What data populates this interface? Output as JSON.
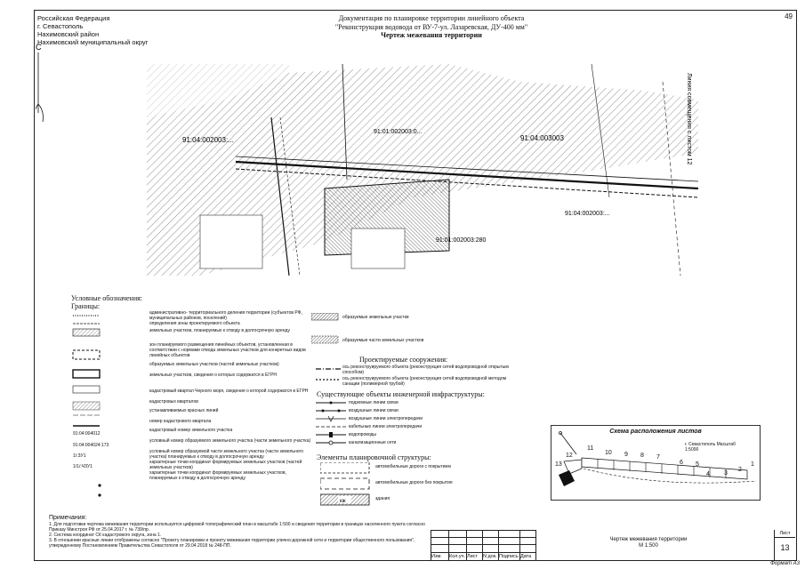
{
  "sheet_number": "49",
  "admin_lines": [
    "Российская Федерация",
    "г. Севастополь",
    "Нахимовский район",
    "Нахимовский муниципальный округ"
  ],
  "north_letter": "С",
  "header": {
    "line1": "Документация по планировке территории линейного объекта",
    "line2": "\"Реконструкция водовода от ВУ-7-ул. Лазаревская, ДУ-400 мм\"",
    "title": "Чертеж межевания территории"
  },
  "map_labels": {
    "cad1": "91:04:002003:...",
    "cad2": "91:04:003003",
    "cad3": "91:01:002003:0...",
    "cad4": "91:04:002003:...",
    "cad5": "91:01:002003:280",
    "side": "Линия совмещения с листом 12"
  },
  "legend": {
    "title": "Условные обозначения:",
    "borders_label": "Границы:",
    "left_items": [
      "административно- территориального деления территории (субъектов РФ, муниципальных районов, поселений)",
      "определения зоны проектируемого объекта",
      "земельных участков, планируемых к отводу в долгосрочную аренду",
      "зон планируемого размещения линейных объектов, установленная в соответствии с нормами отвода земельных участков для конкретных видов линейных объектов",
      "образуемых земельных участков (частей земельных участков)",
      "земельных участков, сведения о которых содержатся в ЕГРН",
      "кадастровый квартал Черного моря, сведения о которой содержатся в ЕГРН",
      "кадастровых кварталов",
      "устанавливаемых красных линий",
      "номер кадастрового квартала",
      "кадастровый номер земельного участка",
      "условный номер образуемого земельного участка (части земельного участка)",
      "условный номер образуемой части земельного участка (части земельного участка) планируемых к отводу в долгосрочную аренду",
      "характерные точки координат формируемых земельных участков (частей земельных участков)",
      "характерные точки координат формируемых земельных участков, планируемых к отводу в долгосрочную аренду"
    ],
    "right_top": [
      "образуемые земельные участки",
      "образуемые части земельных участков"
    ],
    "projected_title": "Проектируемые сооружения:",
    "projected_items": [
      "ось реконструируемого объекта (реконструкция сетей водопроводной открытым способом)",
      "ось реконструируемого объекта (реконструкция сетей водопроводной методом санации (полимерной трубой)"
    ],
    "existing_title": "Существующие объекты инженерной инфраструктуры:",
    "existing_items": [
      "подземные линии связи",
      "воздушные линии связи",
      "воздушные линии электропередачи",
      "кабельные линии электропередачи",
      "водопроводы",
      "канализационные сети"
    ],
    "structure_title": "Элементы планировочной структуры:",
    "structure_items": [
      "автомобильные дороги с покрытием",
      "автомобильные дороги без покрытия",
      "здания"
    ],
    "sample_labels": {
      "kvartal": "91:04:004012",
      "parcel": "91:04:004024:173",
      "zu": "1/:ЗУ1",
      "chzu": "1/1/:ЧЗУ1"
    },
    "building_tag": "кж"
  },
  "scheme": {
    "title": "Схема расположения листов",
    "numbers": [
      "13",
      "12",
      "11",
      "10",
      "9",
      "8",
      "7",
      "6",
      "5",
      "4",
      "3",
      "2",
      "1"
    ],
    "note": "г. Севастополь Масштаб 1:5000"
  },
  "notes": {
    "title": "Примечания:",
    "items": [
      "1. Для подготовки чертежа межевания территории используется цифровой топографический план в масштабе 1:500 и сведения территории в границах населенного пункта согласно Приказу Минстроя РФ от 25.04.2017 г. № 739/пр.",
      "2. Система координат СК кадастрового округа, зона 1.",
      "3. В отношении красные линии отображены согласно \"Проекту планировки и проекту межевания территории улично-дорожной сети и территории общественного пользования\", утвержденному Постановлением Правительства Севастополя от 29.04.2018 № 248-ПП."
    ]
  },
  "stamp": {
    "cols": [
      "Изм.",
      "Кол.уч.",
      "Лист",
      "N док.",
      "Подпись",
      "Дата"
    ],
    "title": "Чертеж межевания территории",
    "scale": "М 1:500",
    "list_label": "Лист",
    "list_value": "13",
    "format": "Формат А3"
  }
}
